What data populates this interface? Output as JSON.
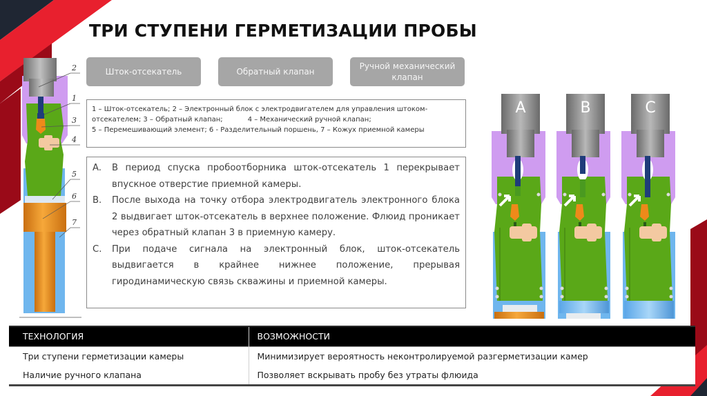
{
  "slide": {
    "title": "ТРИ СТУПЕНИ ГЕРМЕТИЗАЦИИ ПРОБЫ",
    "colors": {
      "dark_navy": "#1f2633",
      "red": "#e8202e",
      "dark_red": "#9a0a18",
      "pill_gray": "#a6a6a6",
      "body_purple": "#cf9cf0",
      "body_green": "#5aa818",
      "body_blue": "#6fb6ee",
      "piston_orange": "#ee9523",
      "electronic_gray": "#8a8a8a"
    }
  },
  "pills": [
    {
      "label": "Шток-отсекатель"
    },
    {
      "label": "Обратный клапан"
    },
    {
      "label": "Ручной механический клапан"
    }
  ],
  "legend": {
    "line1": "1 – Шток-отсекатель; 2 – Электронный блок с электродвигателем для управления штоком-",
    "line2a": "отсекателем; 3 – Обратный клапан;",
    "line2b": "4 – Механический ручной клапан;",
    "line3": "5 – Перемешивающий элемент; 6 - Разделительный поршень, 7 – Кожух приемной камеры"
  },
  "steps": [
    {
      "letter": "A.",
      "text": "В период спуска пробоотборника шток-отсекатель 1 перекрывает впускное отверстие приемной камеры."
    },
    {
      "letter": "B.",
      "text": "После выхода на точку отбора электродвигатель электронного блока 2 выдвигает шток-отсекатель в верхнее положение. Флюид проникает через обратный клапан 3 в приемную камеру."
    },
    {
      "letter": "C.",
      "text": "При подаче сигнала на электронный блок, шток-отсекатель выдвигается в крайнее нижнее положение, прерывая гиродинамическую связь скважины и приемной камеры."
    }
  ],
  "diagram": {
    "callouts": [
      "2",
      "1",
      "3",
      "4",
      "5",
      "6",
      "7"
    ],
    "states": [
      {
        "label": "A"
      },
      {
        "label": "B"
      },
      {
        "label": "C"
      }
    ]
  },
  "table": {
    "headers": [
      "ТЕХНОЛОГИЯ",
      "ВОЗМОЖНОСТИ"
    ],
    "rows": [
      [
        "Три ступени герметизации камеры",
        "Минимизирует вероятность неконтролируемой разгерметизации камер"
      ],
      [
        "Наличие ручного клапана",
        "Позволяет вскрывать пробу без утраты флюида"
      ]
    ]
  }
}
